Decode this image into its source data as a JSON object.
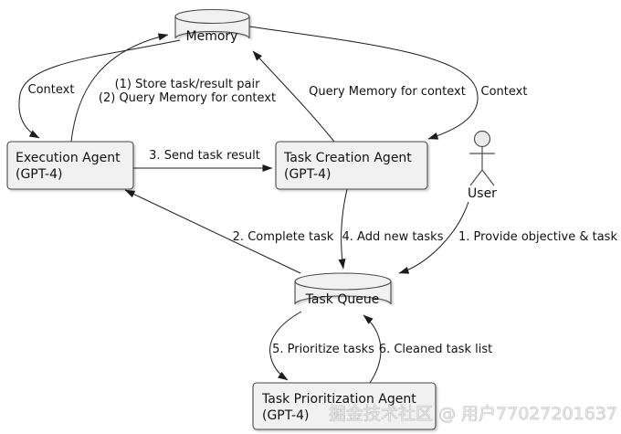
{
  "diagram": {
    "nodes": {
      "memory": {
        "type": "datastore",
        "label": "Memory"
      },
      "execution_agent": {
        "type": "box",
        "label": "Execution Agent",
        "sublabel": "(GPT-4)"
      },
      "task_creation_agent": {
        "type": "box",
        "label": "Task Creation Agent",
        "sublabel": "(GPT-4)"
      },
      "user": {
        "type": "actor",
        "label": "User"
      },
      "task_queue": {
        "type": "datastore",
        "label": "Task Queue"
      },
      "task_prioritization_agent": {
        "type": "box",
        "label": "Task Prioritization Agent",
        "sublabel": "(GPT-4)"
      }
    },
    "edges": {
      "context_to_execution": {
        "label": "Context",
        "from": "memory",
        "to": "execution_agent"
      },
      "store_and_query": {
        "labels": [
          "(1) Store task/result pair",
          "(2) Query Memory for context"
        ],
        "from": "execution_agent",
        "to": "memory"
      },
      "query_memory": {
        "label": "Query Memory for context",
        "from": "task_creation_agent",
        "to": "memory"
      },
      "context_to_task_creation": {
        "label": "Context",
        "from": "memory",
        "to": "task_creation_agent"
      },
      "send_task_result": {
        "label": "3. Send task result",
        "from": "execution_agent",
        "to": "task_creation_agent"
      },
      "complete_task": {
        "label": "2. Complete task",
        "from": "task_queue",
        "to": "execution_agent"
      },
      "add_new_tasks": {
        "label": "4. Add new tasks",
        "from": "task_creation_agent",
        "to": "task_queue"
      },
      "provide_objective": {
        "label": "1. Provide objective & task",
        "from": "user",
        "to": "task_queue"
      },
      "prioritize_tasks": {
        "label": "5. Prioritize tasks",
        "from": "task_queue",
        "to": "task_prioritization_agent"
      },
      "cleaned_task_list": {
        "label": "6. Cleaned task list",
        "from": "task_prioritization_agent",
        "to": "task_queue"
      }
    },
    "watermark": "掘金技术社区 @ 用户77027201637",
    "colors": {
      "background": "#ffffff",
      "node_fill": "#f1f1f1",
      "node_stroke": "#484848",
      "edge": "#1c1c1c",
      "text": "#111111",
      "watermark": "#c9c9c9"
    }
  }
}
